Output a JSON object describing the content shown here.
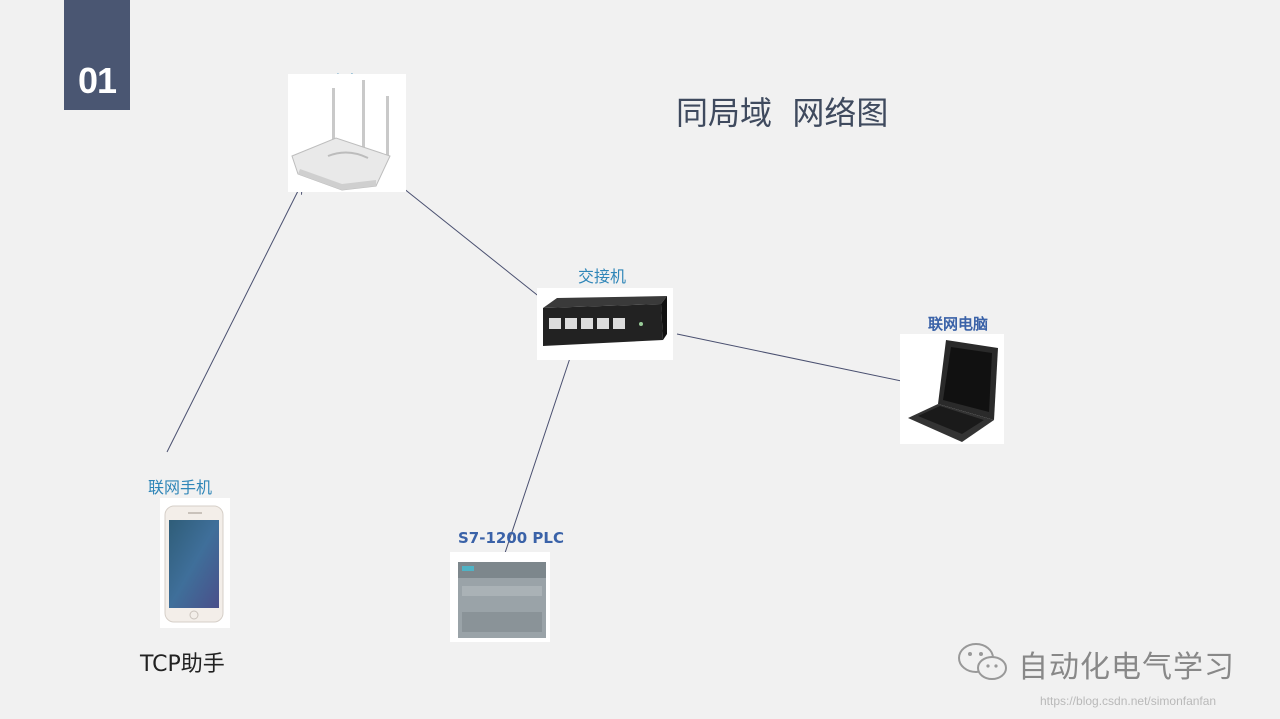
{
  "slide": {
    "number": "01",
    "title": "同局域  网络图"
  },
  "nodes": {
    "router": {
      "label": "路由器"
    },
    "switch": {
      "label": "交接机"
    },
    "laptop": {
      "label": "联网电脑"
    },
    "phone": {
      "label": "联网手机",
      "caption": "TCP助手"
    },
    "plc": {
      "label": "S7-1200 PLC"
    }
  },
  "connections": [
    {
      "from": "phone",
      "to": "router"
    },
    {
      "from": "router",
      "to": "switch"
    },
    {
      "from": "switch",
      "to": "laptop"
    },
    {
      "from": "switch",
      "to": "plc"
    }
  ],
  "watermark": {
    "brand": "自动化电气学习",
    "url": "https://blog.csdn.net/simonfanfan"
  },
  "colors": {
    "number_block": "#4a5672",
    "label_blue": "#2f86b8",
    "title": "#3f4a5e",
    "arrow": "#4a5070"
  }
}
